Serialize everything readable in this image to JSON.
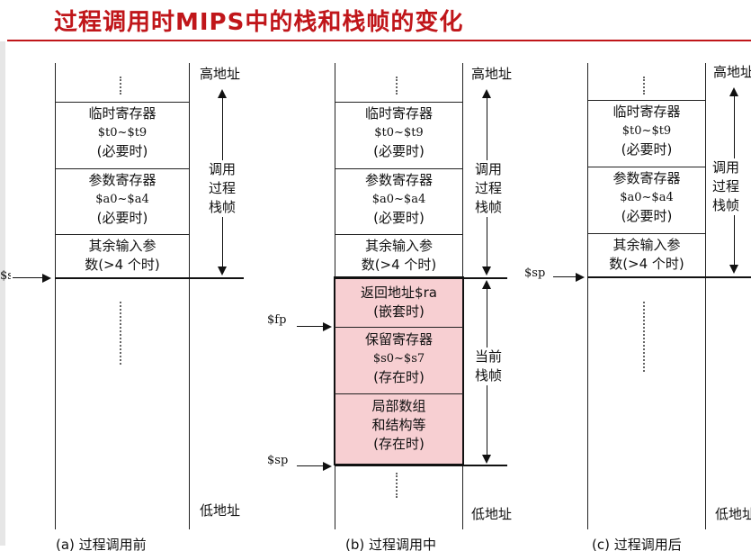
{
  "title": "过程调用时MIPS中的栈和栈帧的变化",
  "colors": {
    "title": "#c0161a",
    "frame_fill": "#f7cfd2"
  },
  "labels": {
    "high_addr": "高地址",
    "low_addr": "低地址",
    "call_frame": [
      "调用",
      "过程",
      "栈帧"
    ],
    "current_frame": [
      "当前",
      "栈帧"
    ],
    "sp": "$sp",
    "fp": "$fp"
  },
  "cells": {
    "temp_reg": [
      "临时寄存器",
      "$t0~$t9",
      "(必要时)"
    ],
    "arg_reg": [
      "参数寄存器",
      "$a0~$a4",
      "(必要时)"
    ],
    "extra_args": [
      "其余输入参",
      "数(>4 个时)"
    ],
    "ret_addr": [
      "返回地址$ra",
      "(嵌套时)"
    ],
    "saved_reg": [
      "保留寄存器",
      "$s0~$s7",
      "(存在时)"
    ],
    "local": [
      "局部数组",
      "和结构等",
      "(存在时)"
    ]
  },
  "captions": {
    "a": "(a) 过程调用前",
    "b": "(b) 过程调用中",
    "c": "(c) 过程调用后"
  }
}
